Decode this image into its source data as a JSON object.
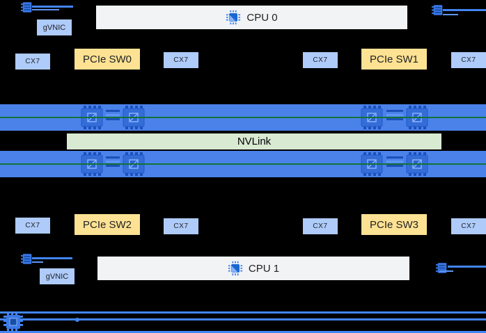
{
  "diagram": {
    "cpus": {
      "top": "CPU 0",
      "bottom": "CPU 1"
    },
    "gvnic": {
      "top": "gVNIC",
      "bottom": "gVNIC"
    },
    "pcie_switches": {
      "sw0": "PCIe SW0",
      "sw1": "PCIe SW1",
      "sw2": "PCIe SW2",
      "sw3": "PCIe SW3"
    },
    "nics": {
      "top": [
        "CX7",
        "CX7",
        "CX7",
        "CX7"
      ],
      "bottom": [
        "CX7",
        "CX7",
        "CX7",
        "CX7"
      ]
    },
    "nvlink": {
      "label": "NVLink"
    },
    "icons": {
      "cpu": "chip-icon",
      "gpu": "gpu-chip-icon",
      "port": "network-port-icon",
      "bottom_left": "chip-icon"
    },
    "colors": {
      "background": "#000000",
      "gpu_bar_blue": "#4a82ea",
      "nic_light_blue": "#aecbfa",
      "pcie_yellow": "#fde293",
      "cpu_gray": "#f1f3f4",
      "nvlink_green": "#d9ead3",
      "nvlink_rail_green": "#137333",
      "line_blue": "#4285f4"
    }
  }
}
